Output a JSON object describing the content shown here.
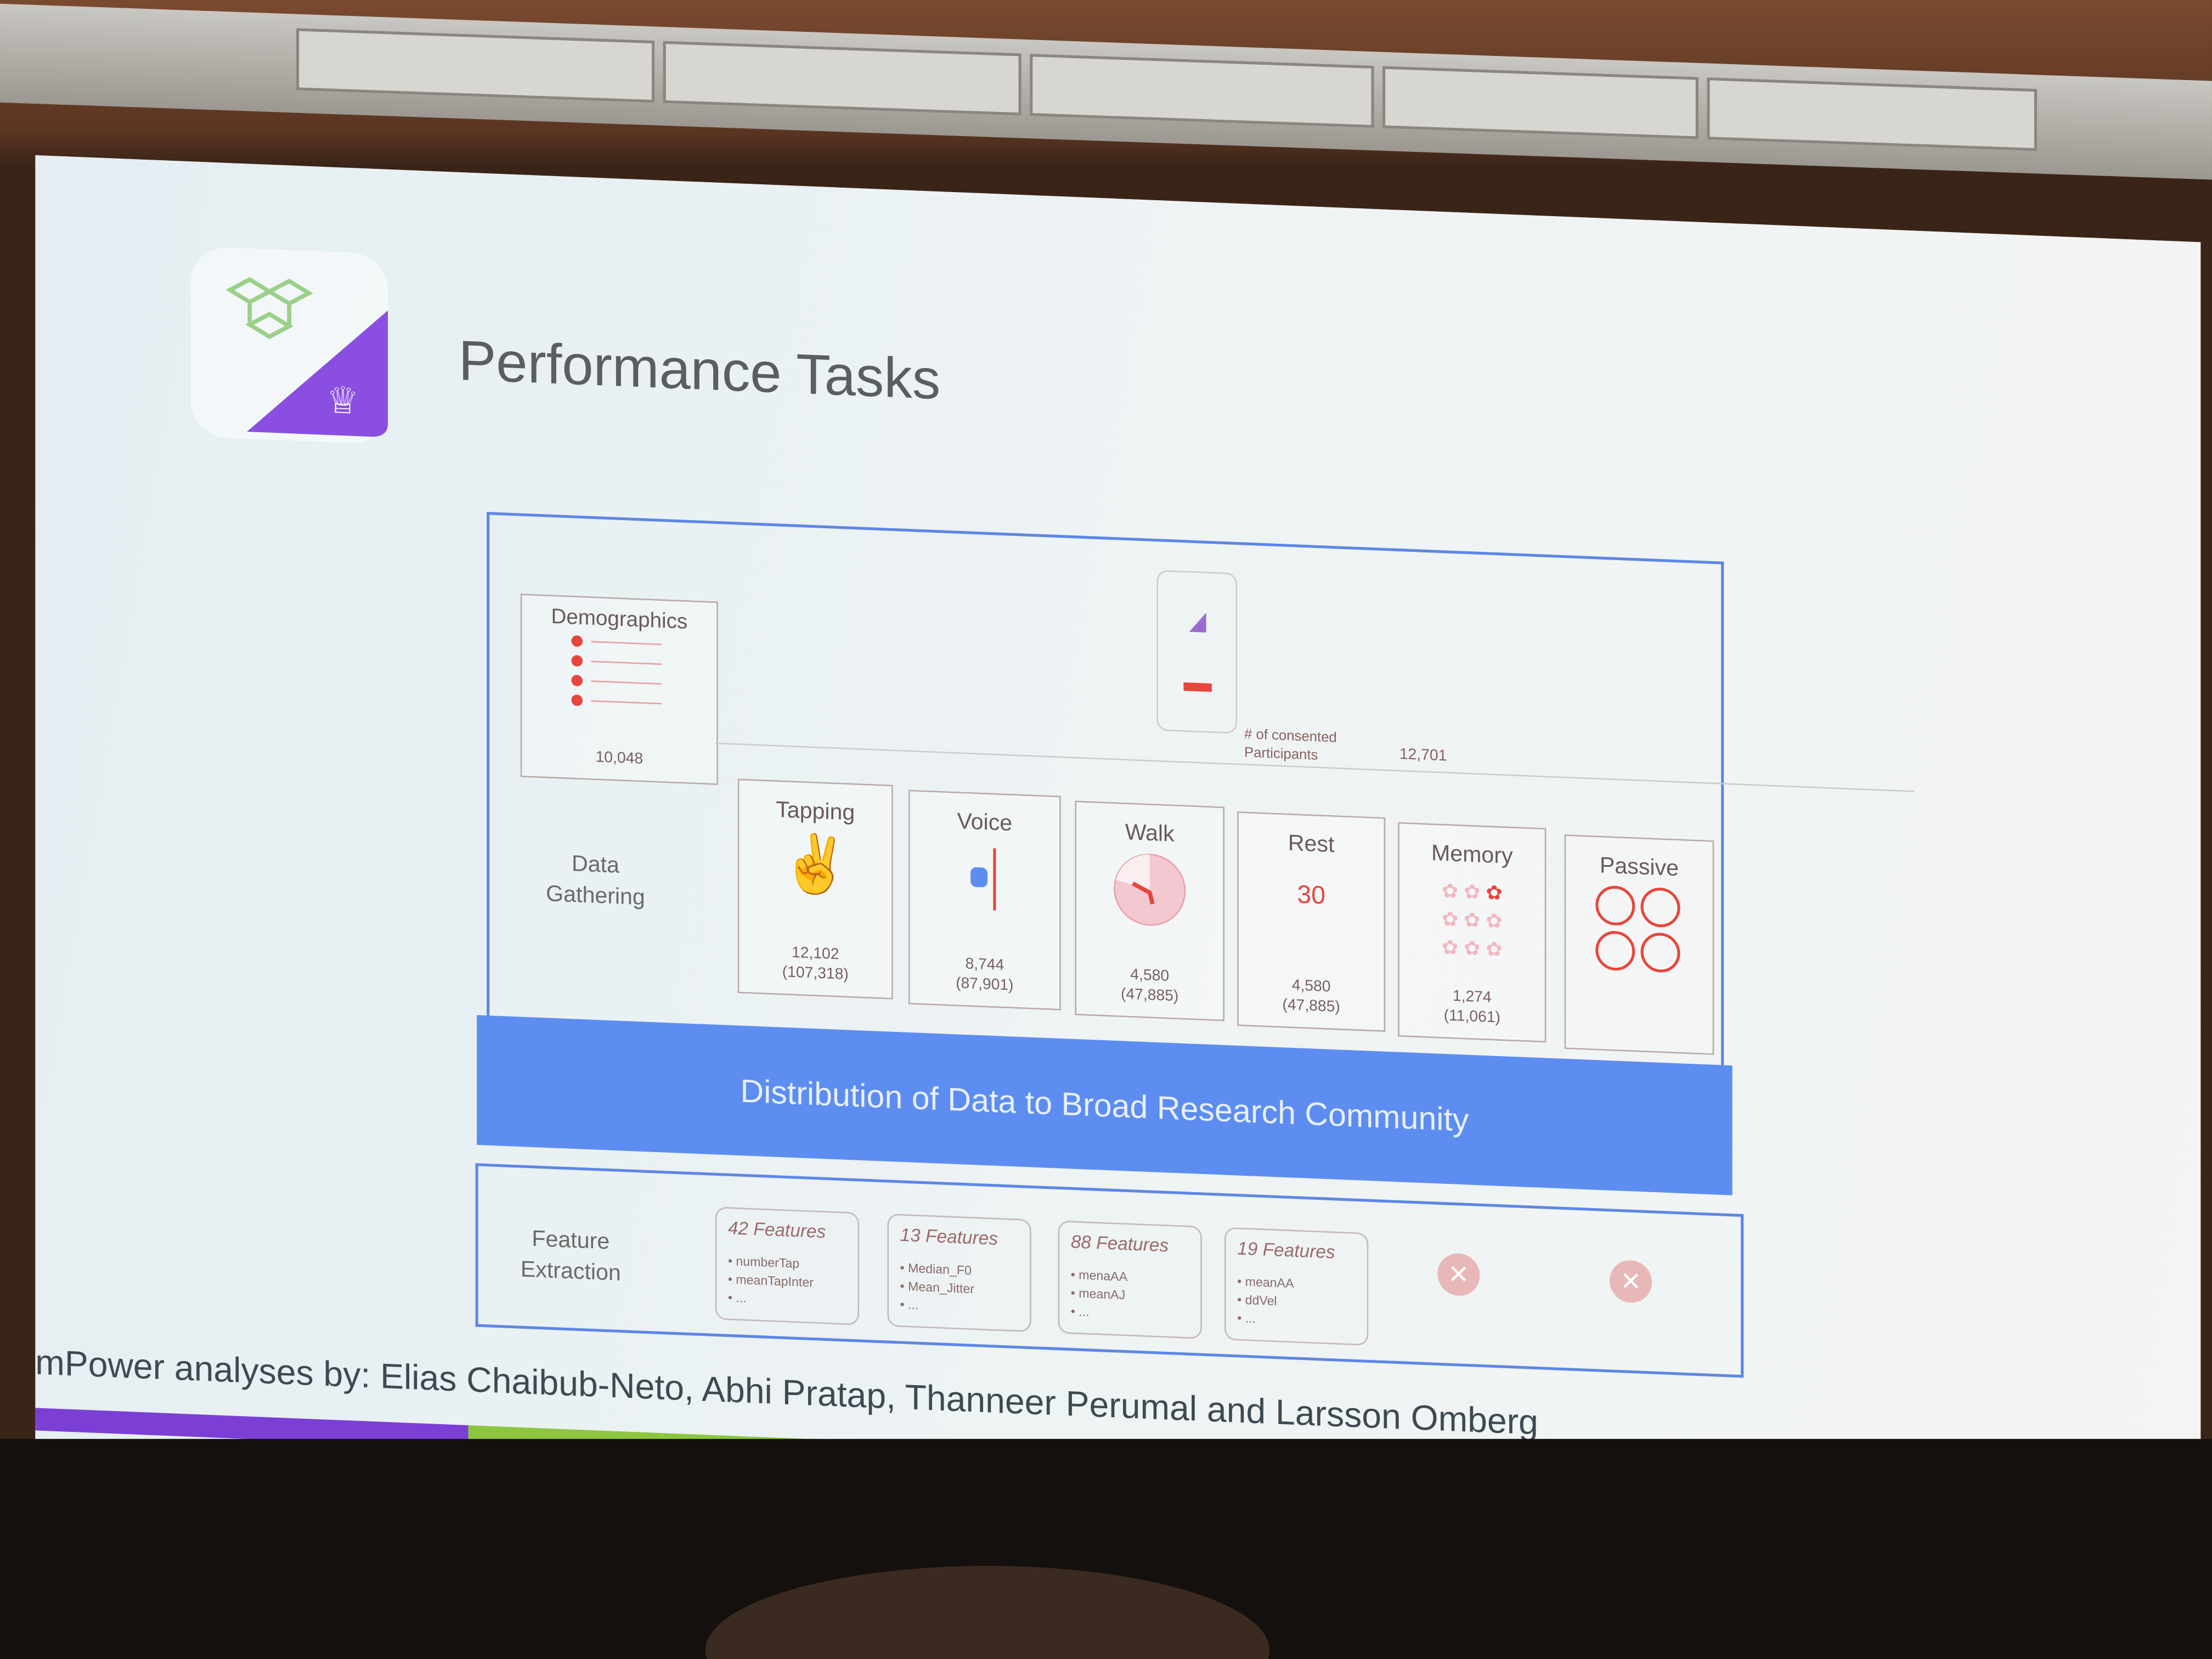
{
  "slide": {
    "title": "Performance Tasks",
    "demographics": {
      "label": "Demographics",
      "count": "10,048"
    },
    "consented": {
      "label_line1": "# of consented",
      "label_line2": "Participants",
      "count": "12,701"
    },
    "data_gathering": {
      "line1": "Data",
      "line2": "Gathering"
    },
    "tasks": [
      {
        "label": "Tapping",
        "count": "12,102",
        "records": "(107,318)",
        "icon": "tapping-hand-icon"
      },
      {
        "label": "Voice",
        "count": "8,744",
        "records": "(87,901)",
        "icon": "voice-icon"
      },
      {
        "label": "Walk",
        "count": "4,580",
        "records": "(47,885)",
        "icon": "walk-timer-icon"
      },
      {
        "label": "Rest",
        "count": "4,580",
        "records": "(47,885)",
        "icon": "rest-feet-icon",
        "timer": "30"
      },
      {
        "label": "Memory",
        "count": "1,274",
        "records": "(11,061)",
        "icon": "memory-flowers-icon"
      },
      {
        "label": "Passive",
        "icon": "passive-activity-icons"
      }
    ],
    "distribution": "Distribution of Data to Broad Research Community",
    "feature_extraction": {
      "line1": "Feature",
      "line2": "Extraction"
    },
    "features": [
      {
        "title": "42 Features",
        "items": [
          "numberTap",
          "meanTapInter",
          "..."
        ]
      },
      {
        "title": "13 Features",
        "items": [
          "Median_F0",
          "Mean_Jitter",
          "..."
        ]
      },
      {
        "title": "88 Features",
        "items": [
          "menaAA",
          "meanAJ",
          "..."
        ]
      },
      {
        "title": "19 Features",
        "items": [
          "meanAA",
          "ddVel",
          "..."
        ]
      }
    ],
    "footer": "mPower analyses by: Elias Chaibub-Neto, Abhi Pratap, Thanneer Perumal and Larsson Omberg",
    "colors": {
      "accent_blue": "#5d8df0",
      "logo_purple": "#8a4fe0",
      "task_red": "#e8463c",
      "stripes": [
        "#7b3fd6",
        "#8cc63f",
        "#5bb0e8",
        "#c8a070",
        "#ece6e0"
      ]
    }
  }
}
